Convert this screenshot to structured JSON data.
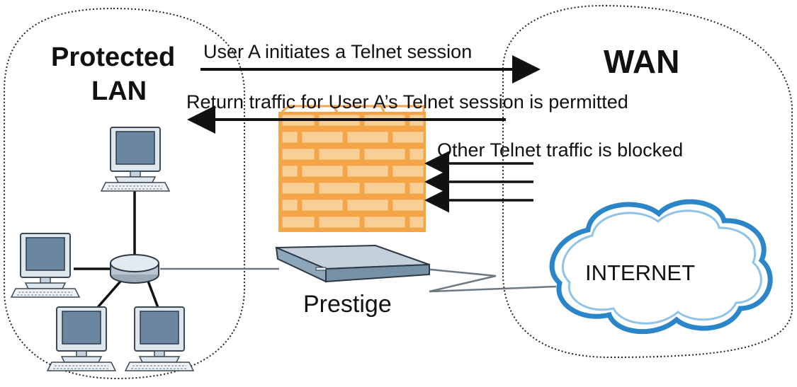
{
  "zones": {
    "lan_label_line1": "Protected",
    "lan_label_line2": "LAN",
    "wan_label": "WAN"
  },
  "arrows": {
    "outbound_label": "User A initiates a Telnet session",
    "return_label": "Return traffic for User A’s Telnet session is permitted",
    "blocked_label": "Other Telnet traffic is blocked"
  },
  "device": {
    "label": "Prestige"
  },
  "cloud": {
    "label": "INTERNET"
  },
  "colors": {
    "brick_fill": "#f7cf97",
    "brick_mortar": "#f3a548",
    "cloud_outline": "#2a86c9",
    "router_body": "#8ea6ba",
    "monitor_screen": "#6a86a0"
  }
}
